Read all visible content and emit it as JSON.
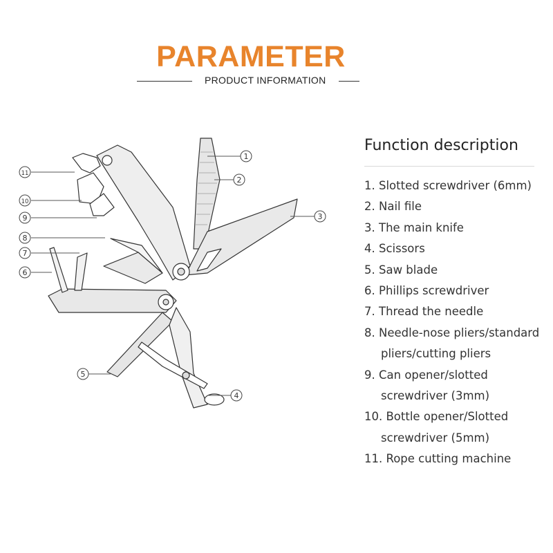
{
  "header": {
    "title": "PARAMETER",
    "subtitle": "PRODUCT INFORMATION",
    "accent_color": "#e8842c"
  },
  "function_description": {
    "title": "Function description",
    "lines": [
      "1. Slotted screwdriver (6mm)",
      "2. Nail file",
      "3. The main knife",
      "4. Scissors",
      "5. Saw blade",
      "6. Phillips screwdriver",
      "7. Thread the needle",
      "8. Needle-nose pliers/standard",
      "pliers/cutting pliers",
      "9. Can opener/slotted",
      "screwdriver (3mm)",
      "10. Bottle opener/Slotted",
      "screwdriver (5mm)",
      "11. Rope cutting machine"
    ]
  },
  "diagram": {
    "callouts": [
      "1",
      "2",
      "3",
      "4",
      "5",
      "6",
      "7",
      "8",
      "9",
      "10",
      "11"
    ]
  }
}
